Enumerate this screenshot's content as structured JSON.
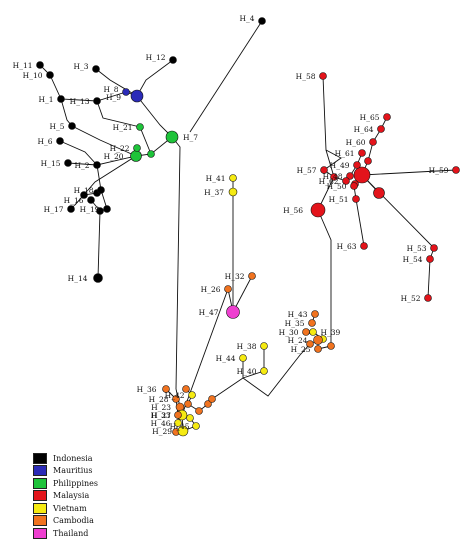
{
  "legend": [
    {
      "label": "Indonesia",
      "color": "#000000"
    },
    {
      "label": "Mauritius",
      "color": "#2b2bb8"
    },
    {
      "label": "Philippines",
      "color": "#1ec33a"
    },
    {
      "label": "Malaysia",
      "color": "#e3141b"
    },
    {
      "label": "Vietnam",
      "color": "#f5ea12"
    },
    {
      "label": "Cambodia",
      "color": "#f07320"
    },
    {
      "label": "Thailand",
      "color": "#ee3fd0"
    }
  ],
  "haplotypes": [
    {
      "label": "H_1",
      "country": "Indonesia"
    },
    {
      "label": "H_2",
      "country": "Indonesia"
    },
    {
      "label": "H_3",
      "country": "Indonesia"
    },
    {
      "label": "H_4",
      "country": "Indonesia"
    },
    {
      "label": "H_5",
      "country": "Indonesia"
    },
    {
      "label": "H_6",
      "country": "Indonesia"
    },
    {
      "label": "H_7",
      "country": "Philippines"
    },
    {
      "label": "H_8",
      "country": "Mauritius"
    },
    {
      "label": "H_9",
      "country": "Mauritius"
    },
    {
      "label": "H_10",
      "country": "Indonesia"
    },
    {
      "label": "H_11",
      "country": "Indonesia"
    },
    {
      "label": "H_12",
      "country": "Indonesia"
    },
    {
      "label": "H_13",
      "country": "Indonesia"
    },
    {
      "label": "H_14",
      "country": "Indonesia"
    },
    {
      "label": "H_15",
      "country": "Indonesia"
    },
    {
      "label": "H_16",
      "country": "Indonesia"
    },
    {
      "label": "H_17",
      "country": "Indonesia"
    },
    {
      "label": "H_18",
      "country": "Indonesia"
    },
    {
      "label": "H_19",
      "country": "Indonesia"
    },
    {
      "label": "H_20",
      "country": "Philippines"
    },
    {
      "label": "H_21",
      "country": "Philippines"
    },
    {
      "label": "H_22",
      "country": "Philippines"
    },
    {
      "label": "H_23",
      "country": "Cambodia"
    },
    {
      "label": "H_24",
      "country": "Cambodia"
    },
    {
      "label": "H_25",
      "country": "Cambodia"
    },
    {
      "label": "H_26",
      "country": "Cambodia"
    },
    {
      "label": "H_27",
      "country": "Vietnam"
    },
    {
      "label": "H_28",
      "country": "Cambodia"
    },
    {
      "label": "H_29",
      "country": "Vietnam"
    },
    {
      "label": "H_30",
      "country": "Cambodia"
    },
    {
      "label": "H_32",
      "country": "Cambodia"
    },
    {
      "label": "H_33",
      "country": "Cambodia"
    },
    {
      "label": "H_35",
      "country": "Cambodia"
    },
    {
      "label": "H_36",
      "country": "Cambodia"
    },
    {
      "label": "H_37",
      "country": "Vietnam"
    },
    {
      "label": "H_38",
      "country": "Vietnam"
    },
    {
      "label": "H_39",
      "country": "Vietnam"
    },
    {
      "label": "H_40",
      "country": "Vietnam"
    },
    {
      "label": "H_41",
      "country": "Vietnam"
    },
    {
      "label": "H_42",
      "country": "Vietnam"
    },
    {
      "label": "H_43",
      "country": "Cambodia"
    },
    {
      "label": "H_44",
      "country": "Vietnam"
    },
    {
      "label": "H_45",
      "country": "Vietnam"
    },
    {
      "label": "H_46",
      "country": "Vietnam"
    },
    {
      "label": "H_47",
      "country": "Thailand"
    },
    {
      "label": "H_48",
      "country": "Malaysia"
    },
    {
      "label": "H_49",
      "country": "Malaysia"
    },
    {
      "label": "H_50",
      "country": "Malaysia"
    },
    {
      "label": "H_51",
      "country": "Malaysia"
    },
    {
      "label": "H_52",
      "country": "Malaysia"
    },
    {
      "label": "H_53",
      "country": "Malaysia"
    },
    {
      "label": "H_54",
      "country": "Malaysia"
    },
    {
      "label": "H_56",
      "country": "Malaysia"
    },
    {
      "label": "H_57",
      "country": "Malaysia"
    },
    {
      "label": "H_58",
      "country": "Malaysia"
    },
    {
      "label": "H_59",
      "country": "Malaysia"
    },
    {
      "label": "H_60",
      "country": "Malaysia"
    },
    {
      "label": "H_61",
      "country": "Malaysia"
    },
    {
      "label": "H_62",
      "country": "Malaysia"
    },
    {
      "label": "H_63",
      "country": "Malaysia"
    },
    {
      "label": "H_64",
      "country": "Malaysia"
    },
    {
      "label": "H_65",
      "country": "Malaysia"
    }
  ]
}
